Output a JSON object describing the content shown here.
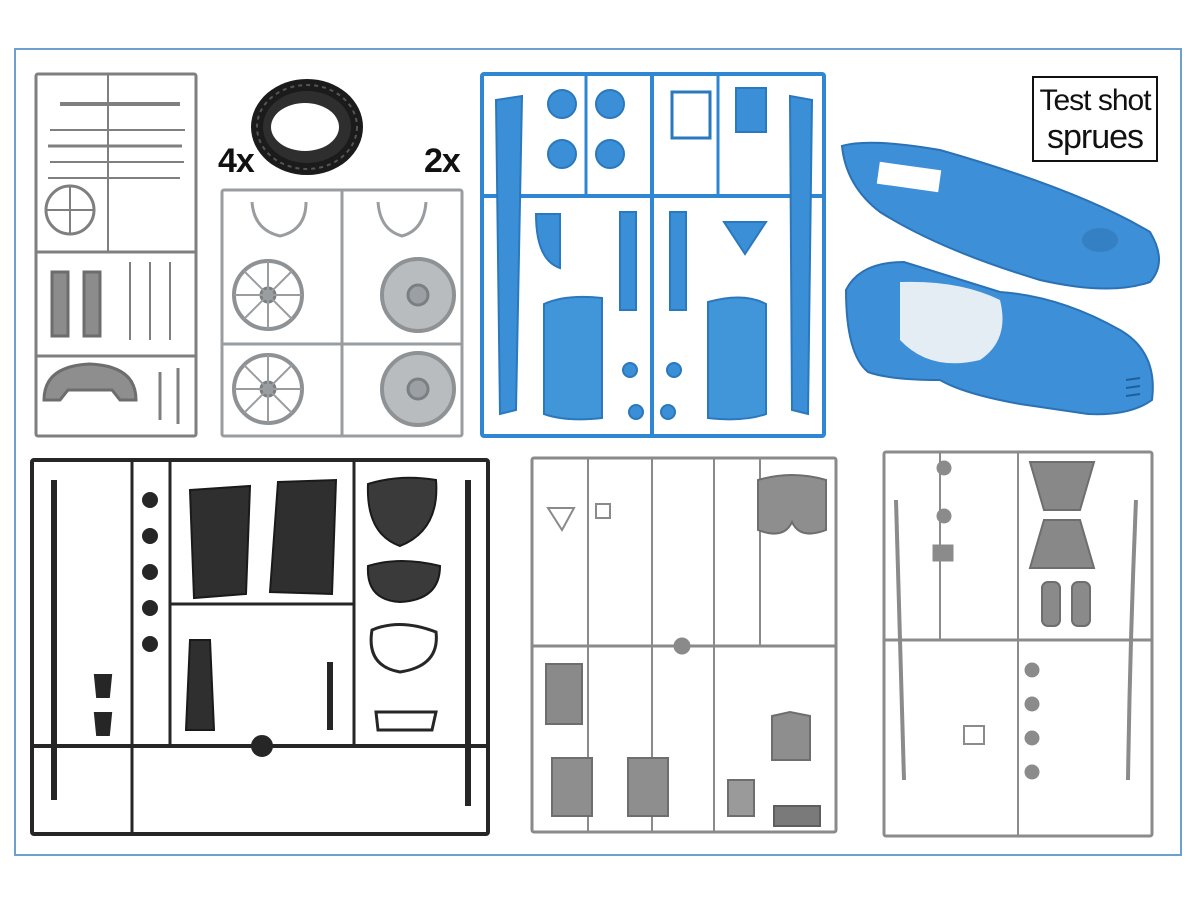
{
  "caption": {
    "line1": "Test shot",
    "line2": "sprues"
  },
  "tire_labels": {
    "left": "4x",
    "right": "2x"
  },
  "sprues": [
    {
      "name": "grey-sprue-small",
      "color": "#8a8a8a"
    },
    {
      "name": "wheel-sprue-silver",
      "color": "#a8abad"
    },
    {
      "name": "blue-sprue",
      "color": "#3a8fd6"
    },
    {
      "name": "black-sprue",
      "color": "#2a2a2a"
    },
    {
      "name": "grey-sprue-medium",
      "color": "#8d8d8d"
    },
    {
      "name": "grey-sprue-right",
      "color": "#8f8f8f"
    }
  ],
  "body_color": "#3d8fd8",
  "frame_color": "#6ea0cf"
}
